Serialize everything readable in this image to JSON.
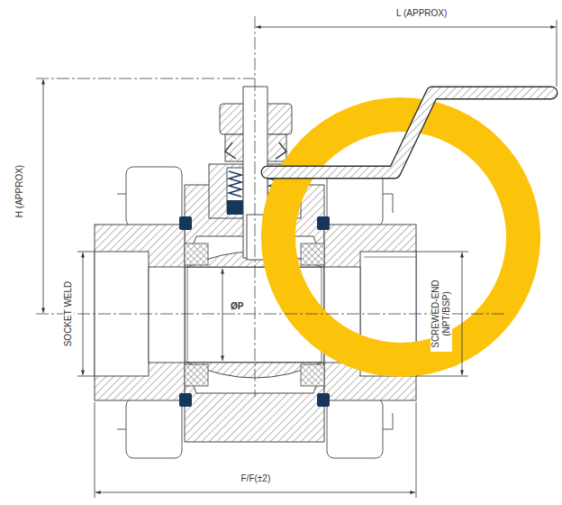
{
  "diagram": {
    "labels": [
      "L (APPROX)",
      "H (APPROX)",
      "SOCKET WELD",
      "ØP",
      "SCREWED-END (NPT/BSP)",
      "F/F(±2)"
    ]
  }
}
